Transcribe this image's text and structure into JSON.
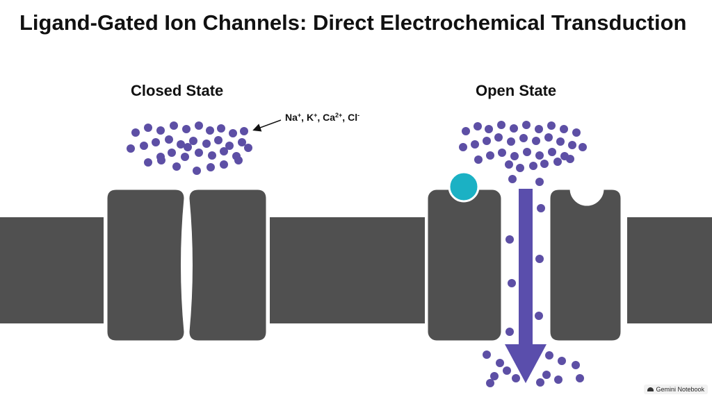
{
  "title": "Ligand-Gated Ion Channels: Direct Electrochemical Transduction",
  "closed_state": {
    "label": "Closed State"
  },
  "open_state": {
    "label": "Open State"
  },
  "ions": {
    "na": "Na",
    "k": "K",
    "ca": "Ca",
    "cl": "Cl"
  },
  "watermark": {
    "text": "Gemini Notebook"
  },
  "colors": {
    "membrane": "#505050",
    "ion": "#5d4fa5",
    "ligand": "#1bb1c4",
    "arrow": "#5a4eac",
    "text": "#111111"
  }
}
